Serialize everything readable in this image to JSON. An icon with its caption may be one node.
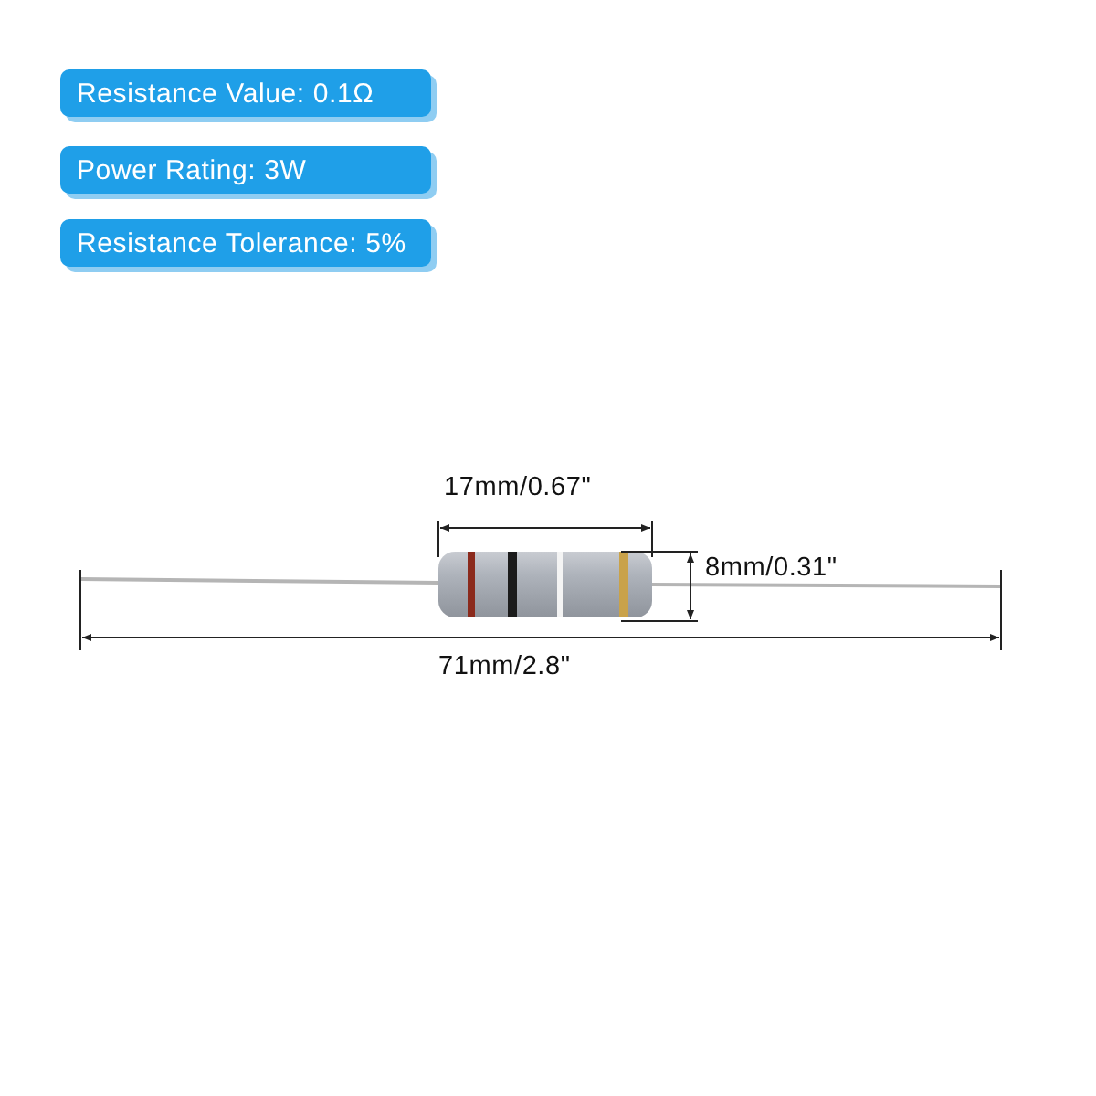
{
  "diagram": {
    "nodes": [
      {
        "text": [
          "Resistance Value: 0.1Ω"
        ]
      },
      {
        "text": [
          "Power Rating: 3W"
        ]
      },
      {
        "text": [
          "Resistance Tolerance: 5%"
        ]
      }
    ],
    "labels": [
      "17mm/0.67\"",
      "8mm/0.31\"",
      "71mm/2.8\""
    ]
  }
}
